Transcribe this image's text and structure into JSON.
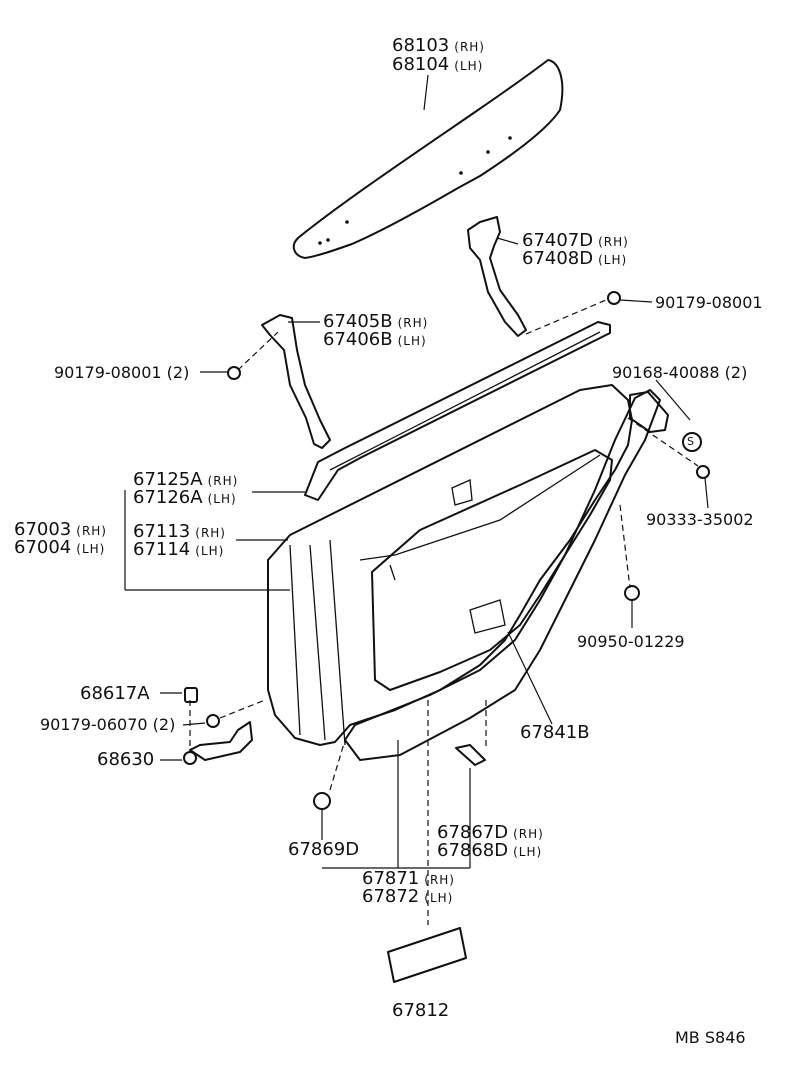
{
  "labels": {
    "glass_rh": "68103",
    "glass_lh": "68104",
    "reg_arm_rh": "67407D",
    "reg_arm_lh": "67408D",
    "nut_top_right": "90179-08001",
    "channel_rh": "67405B",
    "channel_lh": "67406B",
    "nut_left": "90179-08001 (2)",
    "screw_right": "90168-40088 (2)",
    "screw_mark": "S",
    "clip_right": "90333-35002",
    "weather_rh": "67125A",
    "weather_lh": "67126A",
    "door_rh": "67003",
    "door_lh": "67004",
    "frame_rh": "67113",
    "frame_lh": "67114",
    "plug_right": "90950-01229",
    "pin": "68617A",
    "nut_bottom": "90179-06070 (2)",
    "check": "68630",
    "seal": "67841B",
    "clip_bottom": "67869D",
    "strip_rh": "67867D",
    "strip_lh": "67868D",
    "moulding_rh": "67871",
    "moulding_lh": "67872",
    "pad": "67812",
    "footer": "MB  S846"
  },
  "side": {
    "rh": "(RH)",
    "lh": "(LH)"
  }
}
